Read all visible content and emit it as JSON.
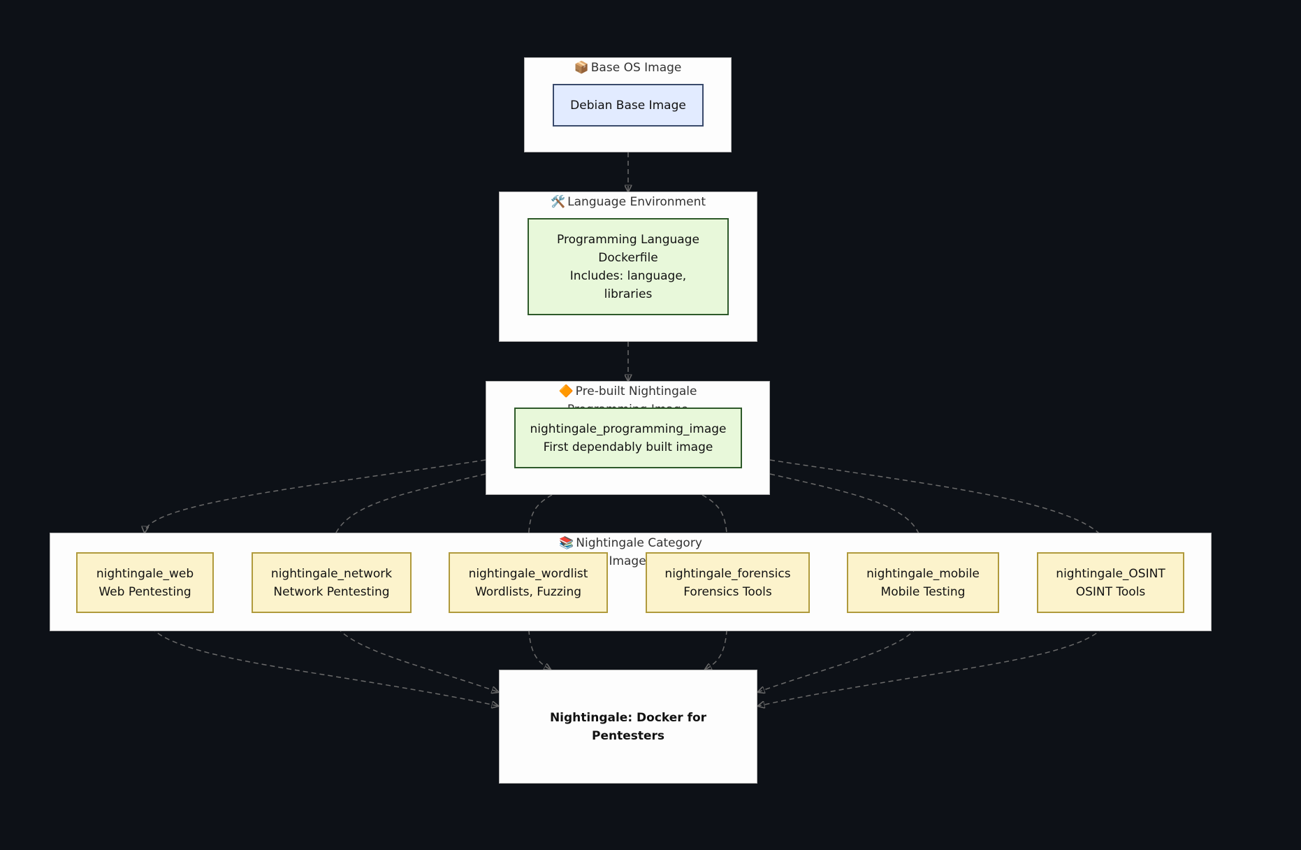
{
  "clusters": {
    "base": {
      "icon": "📦",
      "title": "Base OS Image"
    },
    "lang": {
      "icon": "🛠️",
      "title": "Language Environment"
    },
    "prebuilt": {
      "icon": "🔶",
      "title_line1": "Pre-built Nightingale",
      "title_line2": "Programming Image"
    },
    "category": {
      "icon": "📚",
      "title_line1": "Nightingale Category",
      "title_line2": "Images"
    }
  },
  "nodes": {
    "debian": {
      "label": "Debian Base Image"
    },
    "lang": {
      "lines": [
        "Programming Language",
        "Dockerfile",
        "Includes: language,",
        "libraries"
      ]
    },
    "prog": {
      "line1": "nightingale_programming_image",
      "line2": "First dependably built image"
    },
    "categories": [
      {
        "line1": "nightingale_web",
        "line2": "Web Pentesting"
      },
      {
        "line1": "nightingale_network",
        "line2": "Network Pentesting"
      },
      {
        "line1": "nightingale_wordlist",
        "line2": "Wordlists, Fuzzing"
      },
      {
        "line1": "nightingale_forensics",
        "line2": "Forensics Tools"
      },
      {
        "line1": "nightingale_mobile",
        "line2": "Mobile Testing"
      },
      {
        "line1": "nightingale_OSINT",
        "line2": "OSINT Tools"
      }
    ],
    "final": {
      "line1": "Nightingale: Docker for",
      "line2": "Pentesters"
    }
  },
  "colors": {
    "background": "#0d1117",
    "cluster_fill": "#fdfdfd",
    "blue_fill": "#e2ebff",
    "green_fill": "#e8f8da",
    "yellow_fill": "#fcf3cc",
    "edge": "#6b6b6b"
  }
}
